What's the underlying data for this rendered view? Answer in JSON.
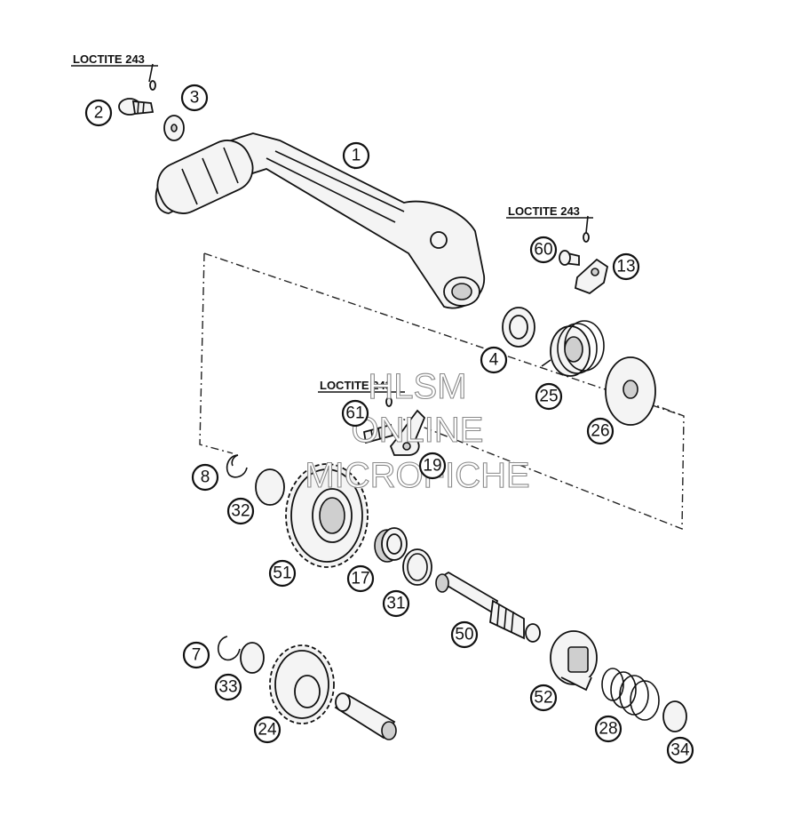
{
  "watermark": {
    "line1": "HLSM",
    "line2": "ONLINE",
    "line3": "MICROFICHE"
  },
  "loctite_labels": [
    {
      "id": "loctite-top-left",
      "text": "LOCTITE 243"
    },
    {
      "id": "loctite-right",
      "text": "LOCTITE 243"
    },
    {
      "id": "loctite-center",
      "text": "LOCTITE 243"
    }
  ],
  "callouts": [
    "1",
    "2",
    "3",
    "4",
    "7",
    "8",
    "13",
    "17",
    "19",
    "24",
    "25",
    "26",
    "28",
    "31",
    "32",
    "33",
    "34",
    "50",
    "51",
    "52",
    "60",
    "61"
  ],
  "colors": {
    "ink": "#111111",
    "paper": "#ffffff",
    "watermark": "#8a8a8a"
  }
}
